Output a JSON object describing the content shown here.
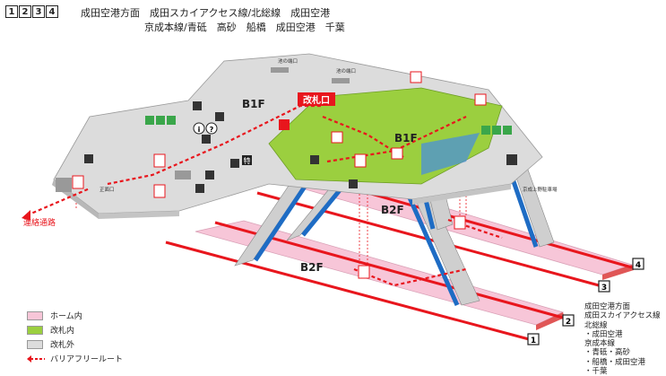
{
  "header": {
    "lines": [
      "1",
      "2",
      "3",
      "4"
    ],
    "line1": "成田空港方面　成田スカイアクセス線/北総線　成田空港",
    "line2": "京成本線/青砥　高砂　船橋　成田空港　千葉"
  },
  "floors": {
    "b1f_left": "B1F",
    "b1f_right": "B1F",
    "b2f_upper": "B2F",
    "b2f_lower": "B2F"
  },
  "gate_label": "改札口",
  "labels": {
    "exit_ike1": "池の端口",
    "exit_ike2": "池の端口",
    "main_exit": "正面口",
    "parking": "京成上野駐車場",
    "passage": "連絡通路"
  },
  "tracks": [
    "1",
    "2",
    "3",
    "4"
  ],
  "legend": {
    "platform": "ホーム内",
    "inside_gate": "改札内",
    "outside_gate": "改札外",
    "barrier_free": "バリアフリールート"
  },
  "directions": {
    "l1": "成田空港方面",
    "l2": "成田スカイアクセス線",
    "l3": "北総線",
    "l4": "・成田空港",
    "l5": "京成本線",
    "l6": "・青砥・高砂",
    "l7": "・船橋・成田空港",
    "l8": "・千葉"
  },
  "icons": {
    "info": "i",
    "question": "?",
    "special": "特"
  },
  "colors": {
    "platform": "#f7c6d8",
    "inside_gate": "#9bcf3f",
    "outside_gate": "#dcdcdc",
    "route": "#e8161d",
    "escalator": "#1e6cc4"
  }
}
